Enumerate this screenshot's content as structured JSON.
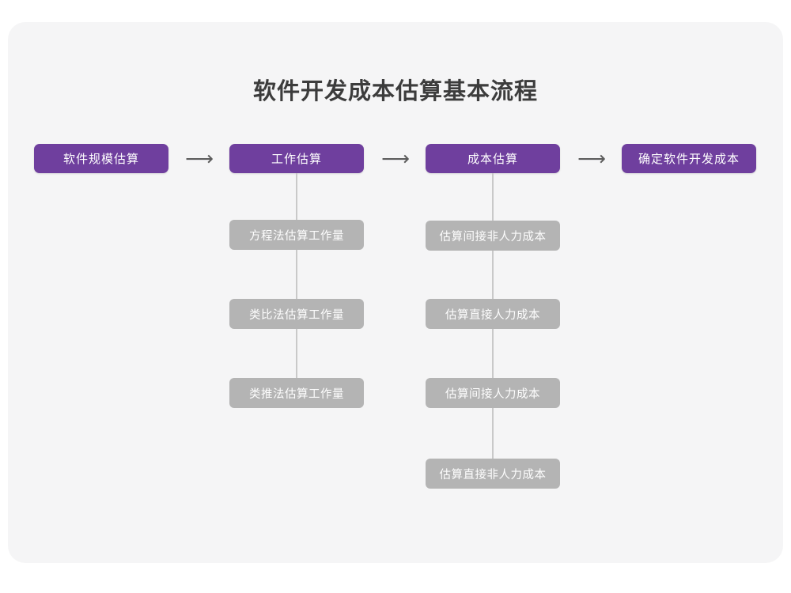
{
  "title": "软件开发成本估算基本流程",
  "colors": {
    "page_background": "#ffffff",
    "card_background": "#f5f5f6",
    "stage_box": "#6f3f9e",
    "sub_box": "#b4b4b4",
    "connector_line": "#c9c9c9",
    "title_text": "#3c3c3c",
    "box_text": "#ffffff",
    "arrow": "#5c5c5c"
  },
  "arrows": {
    "glyph": "⟶",
    "name": "long-rightwards-arrow",
    "items": [
      {
        "id": "arrow-1"
      },
      {
        "id": "arrow-2"
      },
      {
        "id": "arrow-3"
      }
    ]
  },
  "flow": {
    "stages": [
      {
        "id": "stage-1",
        "label": "软件规模估算",
        "children": []
      },
      {
        "id": "stage-2",
        "label": "工作估算",
        "children": [
          {
            "id": "stage-2-sub-1",
            "label": "方程法估算工作量"
          },
          {
            "id": "stage-2-sub-2",
            "label": "类比法估算工作量"
          },
          {
            "id": "stage-2-sub-3",
            "label": "类推法估算工作量"
          }
        ]
      },
      {
        "id": "stage-3",
        "label": "成本估算",
        "children": [
          {
            "id": "stage-3-sub-1",
            "label": "估算间接非人力成本"
          },
          {
            "id": "stage-3-sub-2",
            "label": "估算直接人力成本"
          },
          {
            "id": "stage-3-sub-3",
            "label": "估算间接人力成本"
          },
          {
            "id": "stage-3-sub-4",
            "label": "估算直接非人力成本"
          }
        ]
      },
      {
        "id": "stage-4",
        "label": "确定软件开发成本",
        "children": []
      }
    ]
  }
}
